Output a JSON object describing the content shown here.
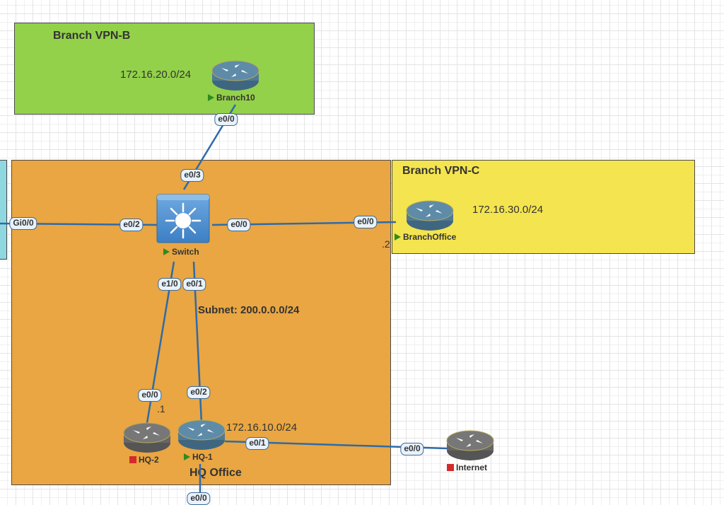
{
  "app": "Network topology lab canvas",
  "zones": {
    "vpn_b": {
      "title": "Branch VPN-B",
      "subnet": "172.16.20.0/24",
      "color": "#93d14a"
    },
    "vpn_c": {
      "title": "Branch VPN-C",
      "subnet": "172.16.30.0/24",
      "color": "#f4e44f"
    },
    "hq": {
      "title": "HQ Office",
      "subnet": "172.16.10.0/24",
      "color": "#e9a642",
      "lan_subnet": "Subnet: 200.0.0.0/24"
    },
    "left_partial": {
      "color": "#8fd8e0"
    }
  },
  "nodes": {
    "branch10": {
      "label": "Branch10",
      "type": "router",
      "status": "running",
      "color": "#4f7a96"
    },
    "branch_office": {
      "label": "BranchOffice",
      "type": "router",
      "status": "running",
      "color": "#4f7a96"
    },
    "switch": {
      "label": "Switch",
      "type": "switch",
      "status": "running",
      "color": "#4a8ed0"
    },
    "hq1": {
      "label": "HQ-1",
      "type": "router",
      "status": "running",
      "color": "#4f7a96"
    },
    "hq2": {
      "label": "HQ-2",
      "type": "router",
      "status": "stopped",
      "color": "#6b6b6b"
    },
    "internet": {
      "label": "Internet",
      "type": "router",
      "status": "stopped",
      "color": "#6b6b6b"
    }
  },
  "ports": {
    "branch10_e00": "e0/0",
    "switch_e03": "e0/3",
    "switch_e02": "e0/2",
    "switch_e00": "e0/0",
    "left_gi00": "Gi0/0",
    "branchoffice_e00": "e0/0",
    "switch_e10": "e1/0",
    "switch_e01": "e0/1",
    "hq2_e00": "e0/0",
    "hq1_e02": "e0/2",
    "hq1_e01": "e0/1",
    "internet_e00": "e0/0",
    "hq1_bottom_e00": "e0/0"
  },
  "notes": {
    "hq2_ip": ".1",
    "branchoffice_ip": ".2"
  },
  "status_colors": {
    "running": "#2e8b1f",
    "stopped": "#d42a2a"
  },
  "link_color": "#2f6aa8"
}
